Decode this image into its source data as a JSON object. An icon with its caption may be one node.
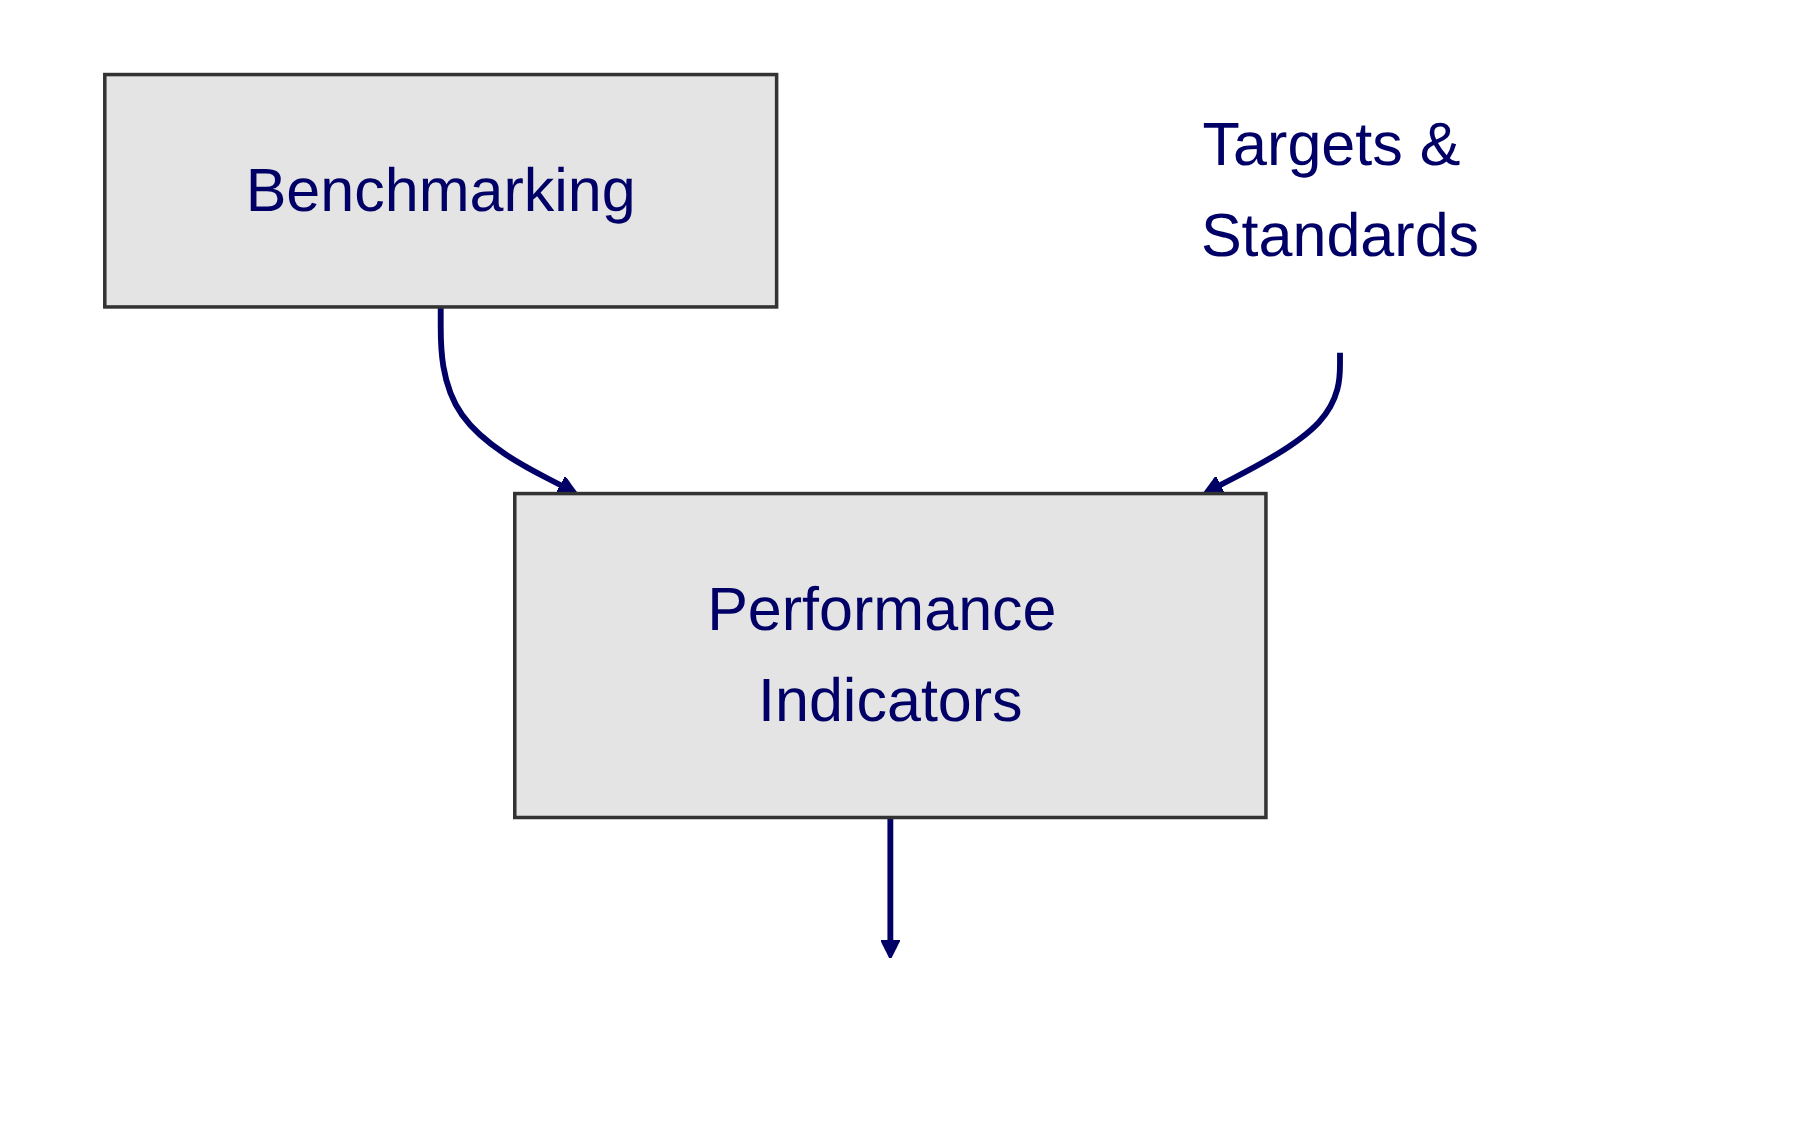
{
  "diagram": {
    "nodes": [
      {
        "text": [
          "Benchmarking"
        ]
      },
      {
        "text": [
          "Performance Indicators"
        ]
      },
      {
        "text": [
          "Targets & Standards"
        ]
      }
    ],
    "edges": [
      {
        "from": 0,
        "to": 1,
        "arrow": "to"
      },
      {
        "from": 2,
        "to": 1,
        "arrow": "to"
      },
      {
        "from": 1,
        "to": null,
        "arrow": "to"
      }
    ]
  }
}
